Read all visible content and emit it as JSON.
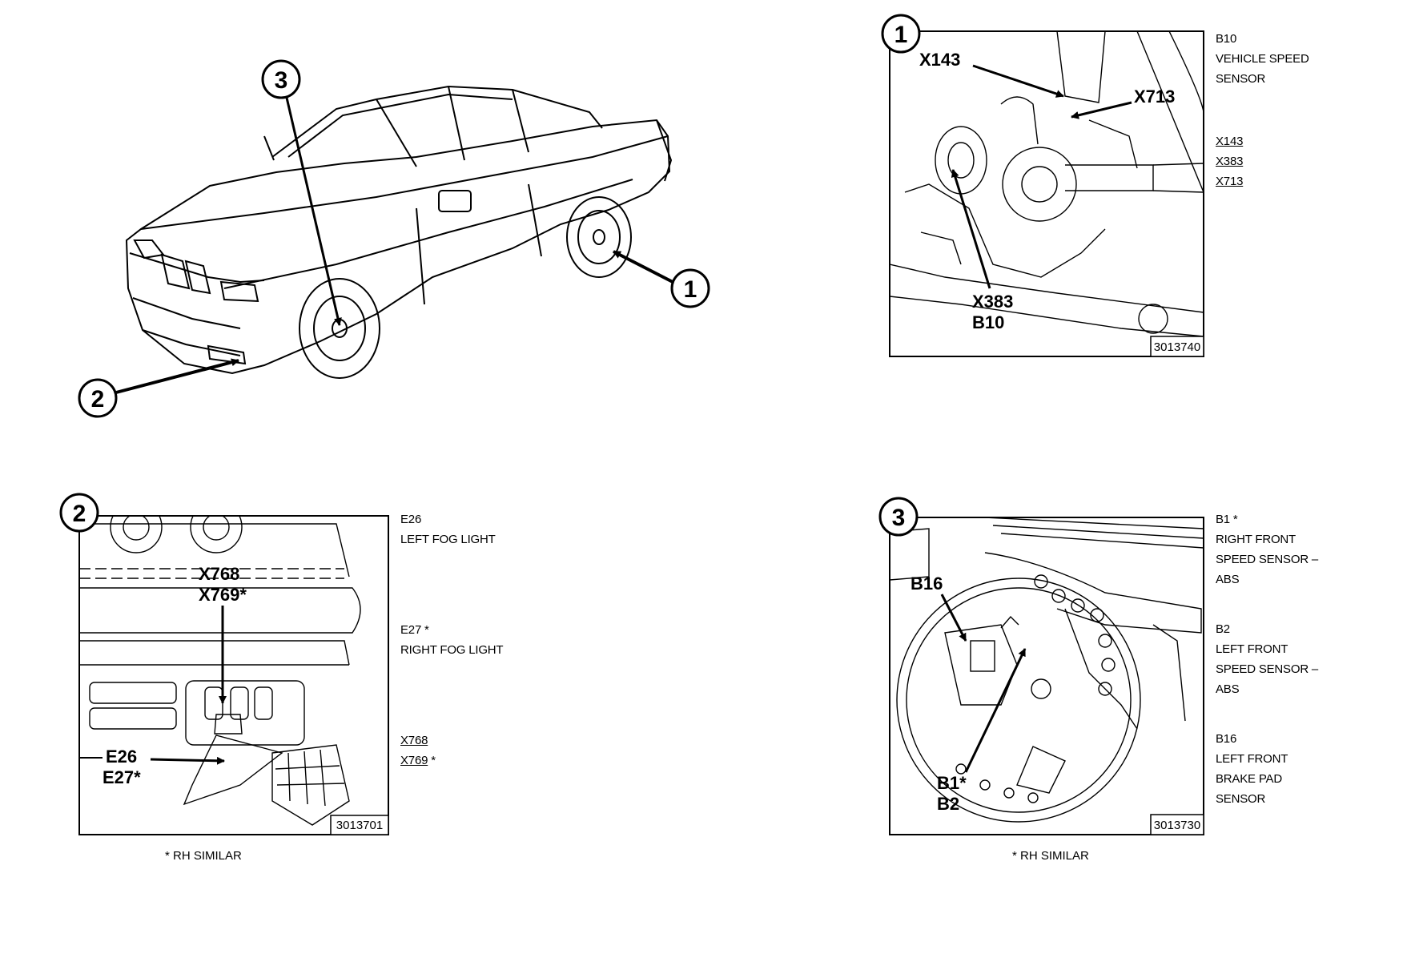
{
  "overview": {
    "callouts": [
      "1",
      "2",
      "3"
    ]
  },
  "panel1": {
    "number": "1",
    "labels": {
      "x143": "X143",
      "x713": "X713",
      "x383": "X383",
      "b10": "B10"
    },
    "figure_id": "3013740",
    "legend": {
      "component_code": "B10",
      "component_desc_1": "VEHICLE SPEED",
      "component_desc_2": "SENSOR",
      "connectors": [
        "X143",
        "X383",
        "X713"
      ]
    }
  },
  "panel2": {
    "number": "2",
    "labels": {
      "x768": "X768",
      "x769": "X769*",
      "e26": "E26",
      "e27": "E27*"
    },
    "figure_id": "3013701",
    "legend": {
      "e26_code": "E26",
      "e26_desc": "LEFT FOG LIGHT",
      "e27_code": "E27 *",
      "e27_desc": "RIGHT FOG LIGHT",
      "conn_1": "X768",
      "conn_2": "X769",
      "conn_2_suffix": " *"
    },
    "note": "* RH SIMILAR"
  },
  "panel3": {
    "number": "3",
    "labels": {
      "b16": "B16",
      "b1": "B1*",
      "b2": "B2"
    },
    "figure_id": "3013730",
    "legend": {
      "b1_code": "B1 *",
      "b1_desc_1": "RIGHT FRONT",
      "b1_desc_2": "SPEED SENSOR –",
      "b1_desc_3": "ABS",
      "b2_code": "B2",
      "b2_desc_1": "LEFT FRONT",
      "b2_desc_2": "SPEED SENSOR –",
      "b2_desc_3": "ABS",
      "b16_code": "B16",
      "b16_desc_1": "LEFT FRONT",
      "b16_desc_2": "BRAKE PAD",
      "b16_desc_3": "SENSOR"
    },
    "note": "* RH SIMILAR"
  }
}
